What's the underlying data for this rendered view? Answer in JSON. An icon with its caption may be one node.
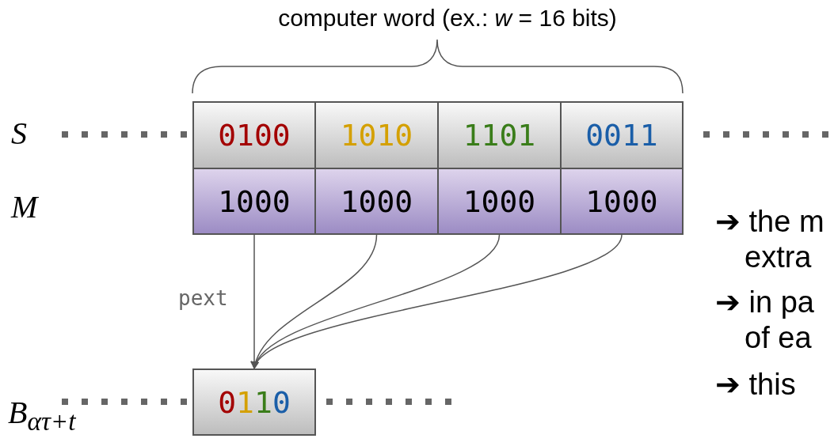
{
  "diagram": {
    "title": "computer word (ex.: *w* = 16 bits)",
    "nodes": [
      {
        "text": [
          "0100"
        ]
      },
      {
        "text": [
          "1010"
        ]
      },
      {
        "text": [
          "1101"
        ]
      },
      {
        "text": [
          "0011"
        ]
      },
      {
        "text": [
          "1000"
        ]
      },
      {
        "text": [
          "1000"
        ]
      },
      {
        "text": [
          "1000"
        ]
      },
      {
        "text": [
          "1000"
        ]
      },
      {
        "text": [
          "0110"
        ]
      }
    ],
    "edges": [
      {
        "from": 4,
        "to": 8,
        "arrow": "to",
        "label": "pext"
      },
      {
        "from": 5,
        "to": 8,
        "arrow": "to"
      },
      {
        "from": 6,
        "to": 8,
        "arrow": "to"
      },
      {
        "from": 7,
        "to": 8,
        "arrow": "to"
      }
    ],
    "labels": [
      "S",
      "M",
      "B$_{ατ+t}$",
      "➔ the m",
      "extra",
      "➔ in pa",
      "of ea",
      "➔ this"
    ]
  }
}
